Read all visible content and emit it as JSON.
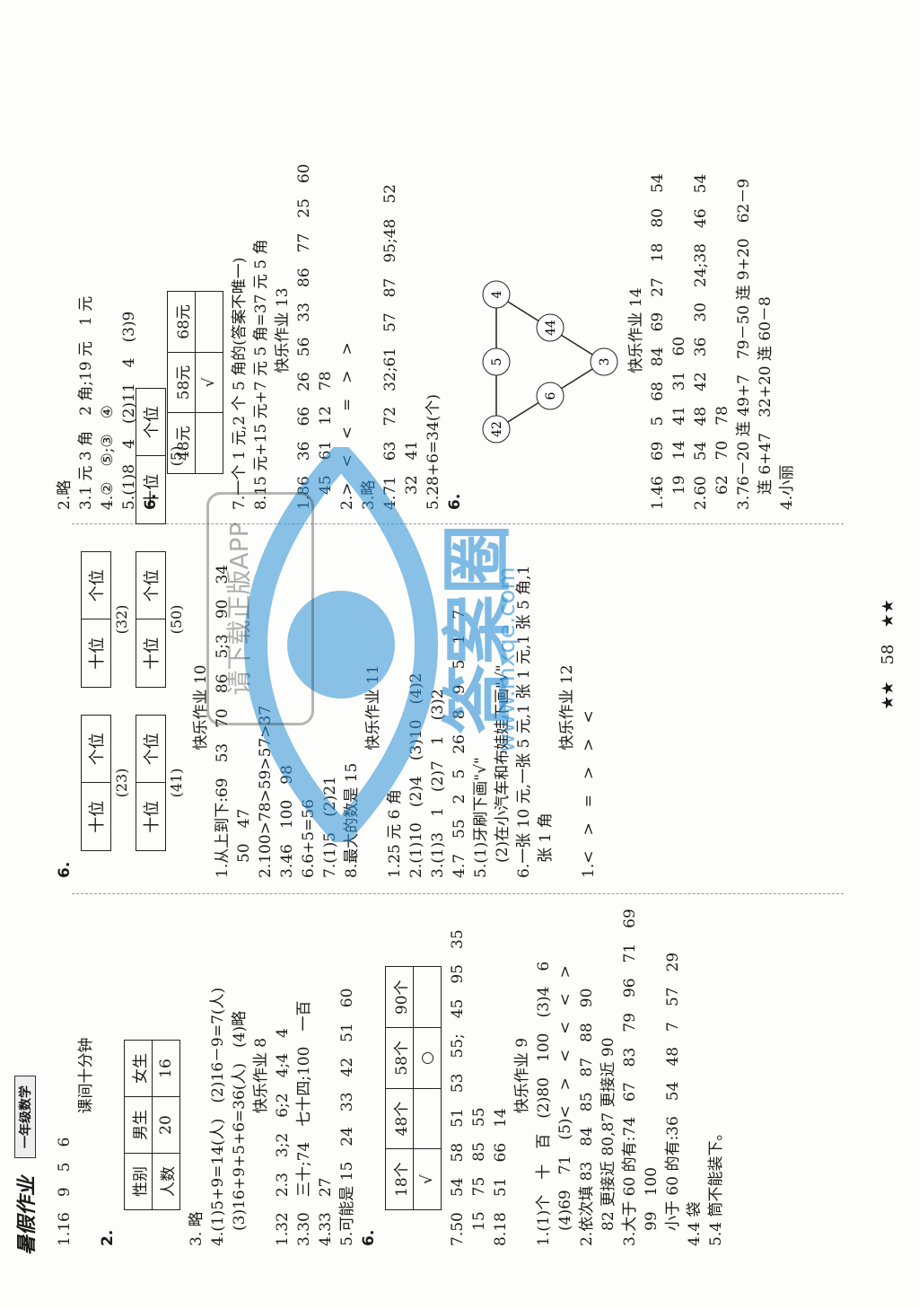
{
  "header": {
    "title": "暑假作业",
    "tag": "一年级数学"
  },
  "footer": {
    "page": "58"
  },
  "col1": {
    "lines1": [
      "1.16　9　5　6"
    ],
    "heading": "课间十分钟",
    "q2_label": "2.",
    "table_gender": {
      "row1": [
        "性别",
        "男生",
        "女生"
      ],
      "row2": [
        "人数",
        "20",
        "16"
      ]
    },
    "lines2": [
      "3. 略",
      "4.(1)5+9=14(人)　(2)16－9=7(人)",
      "　(3)16+9+5+6=36(人)　(4)略"
    ],
    "hw8": "快乐作业 8",
    "lines3": [
      "1.32　2.3　3;2　6;2　4;4　4",
      "3.30　三十;74　七十四;100　一百",
      "4.33　27",
      "5.可能是 15　24　33　42　51　60"
    ],
    "q6_label": "6.",
    "table_count": {
      "row1": [
        "18个",
        "48个",
        "58个",
        "90个"
      ],
      "row2": [
        "√",
        "",
        "○",
        ""
      ]
    },
    "lines4": [
      "7.50　54　58　51　53　55;　45　95　35",
      "　15　75　85　55",
      "8.18　51　66　14"
    ],
    "hw9": "快乐作业 9",
    "lines5": [
      "1.(1)个　十　百　(2)80　100　(3)4　6",
      "　(4)69　71　(5)<　>　<　<　<　>",
      "2.依次填 83　84　85　87　88　90",
      "　82 更接近 80,87 更接近 90",
      "3.大于 60 的有:74　67　83　79　96　71　69",
      "　99　100",
      "　小于 60 的有:36　54　48　7　57　29",
      "4.4 袋",
      "5.4 筒不能装下。"
    ]
  },
  "col2": {
    "q6_label": "6.",
    "pv_a": [
      "十位",
      "个位"
    ],
    "pv_a_cap": "(23)",
    "pv_b": [
      "十位",
      "个位"
    ],
    "pv_b_cap": "(32)",
    "pv_c": [
      "十位",
      "个位"
    ],
    "pv_c_cap": "(41)",
    "pv_d": [
      "十位",
      "个位"
    ],
    "pv_d_cap": "(50)",
    "pv_e": [
      "十位",
      "个位"
    ],
    "pv_e_cap": "(5)",
    "hw10": "快乐作业 10",
    "lines1": [
      "1.从上到下:69　53　70　86　5;3　90　34",
      "　50　47",
      "2.100>78>59>57>37",
      "3.46　100　98",
      "6.6+5=56",
      "7.(1)5　(2)21",
      "8.最大的数是 15"
    ],
    "hw11": "快乐作业 11",
    "lines2": [
      "1.25 元 6 角",
      "2.(1)10　(2)4　(3)10　(4)2",
      "3.(1)3　1　(2)7　1　(3)2",
      "4.7　55　2　5　26　8　9　5　1　7",
      "5.(1)牙刷下画\"√\"",
      "　(2)在小汽车和布娃娃下画\"√\"",
      "6.一张 10 元,一张 5 元,1 张 1 元,1 张 5 角,1",
      "　张 1 角"
    ],
    "hw12": "快乐作业 12",
    "lines3": [
      "1.<　>　=　>　>　<"
    ]
  },
  "col3": {
    "lines1": [
      "2.略",
      "3.1 元 3 角　2 角;19 元　1 元",
      "4.②　⑤;③　④",
      "5.(1)8　4　(2)11　4　(3)9"
    ],
    "q6_label": "6.",
    "table_price": {
      "row1": [
        "48元",
        "58元",
        "68元"
      ],
      "row2": [
        "",
        "√",
        ""
      ]
    },
    "lines2": [
      "7.一个 1 元,2 个 5 角的(答案不唯一)",
      "8.15 元+15 元+7 元 5 角=37 元 5 角"
    ],
    "hw13": "快乐作业 13",
    "lines3": [
      "1.86　36　66　26　56　33　86　77　25　60",
      "　45　61　12　78",
      "2.>　<　<　=　>　>",
      "3.略",
      "4.71　63　72　32;61　57　87　95;48　52",
      "　32　41",
      "5.28+6=34(个)"
    ],
    "q6b_label": "6.",
    "triangle_nodes": [
      "42",
      "6",
      "3",
      "5",
      "44",
      "4"
    ],
    "hw14": "快乐作业 14",
    "lines4": [
      "1.46　69　5　68　84　69　27　18　80　54",
      "　19　14　41　31　60",
      "2.60　54　48　42　36　30　24;38　46　54",
      "　62　70　78",
      "3.76－20 连 49+7　79－50 连 9+20　62－9",
      "　连 6+47　32+20 连 60－8",
      "4.小丽"
    ]
  },
  "watermark": {
    "text": "答案圈",
    "url": "www.mxqe.com",
    "stamp": "请下载正版APP"
  },
  "colors": {
    "text": "#1a1a1a",
    "watermark": "#2a8fd6"
  }
}
